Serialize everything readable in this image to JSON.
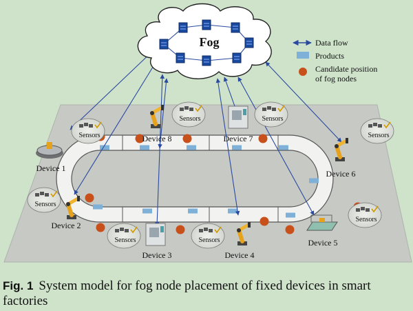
{
  "fog": {
    "label": "Fog"
  },
  "legend": {
    "items": [
      {
        "label": "Data flow",
        "icon": "double-arrow-icon"
      },
      {
        "label": "Products",
        "icon": "product-box-icon"
      },
      {
        "label": "Candidate position\nof fog nodes",
        "icon": "candidate-dot-icon"
      }
    ]
  },
  "sensors_label": "Sensors",
  "devices": [
    {
      "label": "Device 1",
      "icon": "rotary-table-icon"
    },
    {
      "label": "Device 2",
      "icon": "robot-arm-icon"
    },
    {
      "label": "Device 3",
      "icon": "cnc-machine-icon"
    },
    {
      "label": "Device 4",
      "icon": "robot-arm-icon"
    },
    {
      "label": "Device 5",
      "icon": "conveyor-station-icon"
    },
    {
      "label": "Device 6",
      "icon": "robot-arm-icon"
    },
    {
      "label": "Device 7",
      "icon": "cnc-machine-icon"
    },
    {
      "label": "Device 8",
      "icon": "robot-arm-icon"
    }
  ],
  "caption": {
    "prefix": "Fig. 1",
    "text": "System model for fog node placement of fixed devices in smart factories"
  },
  "colors": {
    "candidate": "#c8501a",
    "product": "#7fb0d8",
    "flow": "#2a4aa0",
    "server": "#1a4aa0",
    "floor": "#c6c9c4",
    "background": "#cfe3cb"
  }
}
